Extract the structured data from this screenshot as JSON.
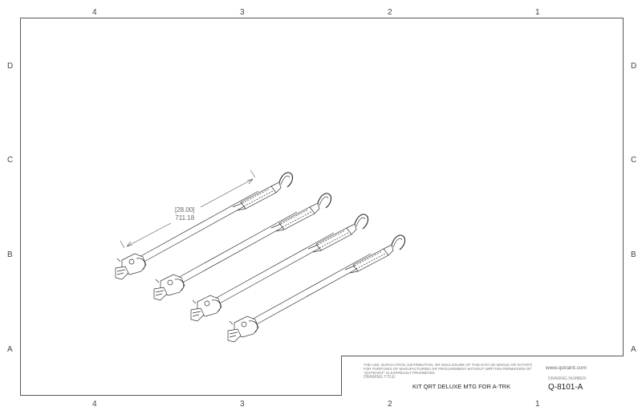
{
  "zones": {
    "columns": [
      "4",
      "3",
      "2",
      "1"
    ],
    "rows": [
      "D",
      "C",
      "B",
      "A"
    ]
  },
  "dimension": {
    "inches": "[28.00]",
    "mm": "711.18"
  },
  "title_block": {
    "notice": "THE USE, DUPLICATION, DISTRIBUTION, OR DISCLOSURE OF THIS DATA (IN WHOLE OR IN PART) FOR PURPOSES OF MANUFACTURING OR PROCUREMENT WITHOUT WRITTEN PERMISSION OF \"Q'STRAINT\" IS EXPRESSLY PROHIBITED.",
    "drawing_title_label": "DRAWING TITLE:",
    "drawing_title": "KIT QRT DELUXE MTG FOR A-TRK",
    "website": "www.qstraint.com",
    "drawing_number_label": "DRAWING NUMBER:",
    "drawing_number": "Q-8101-A"
  }
}
